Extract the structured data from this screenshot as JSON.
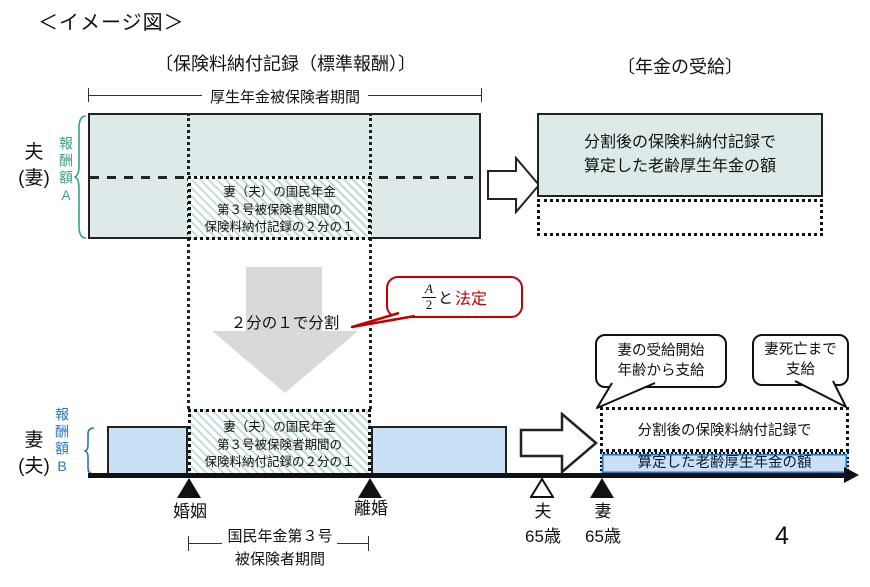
{
  "page": {
    "title": "＜イメージ図＞",
    "page_number": "4"
  },
  "headers": {
    "left": "〔保険料納付記録（標準報酬）〕",
    "right": "〔年金の受給〕",
    "top_bracket": "厚生年金被保険者期間"
  },
  "husband_row": {
    "person_line1": "夫",
    "person_line2": "(妻)",
    "amount_label": "報酬額A",
    "inner_box_lines": [
      "妻（夫）の国民年金",
      "第３号被保険者期間の",
      "保険料納付記録の２分の１"
    ],
    "result_line1": "分割後の保険料納付記録で",
    "result_line2": "算定した老齢厚生年金の額"
  },
  "split": {
    "arrow_label": "２分の１で分割",
    "callout": {
      "numerator": "A",
      "denominator": "2",
      "connector": "と",
      "legal_text": "法定"
    }
  },
  "wife_row": {
    "person_line1": "妻",
    "person_line2": "(夫)",
    "amount_label": "報酬額B",
    "inner_box_lines": [
      "妻（夫）の国民年金",
      "第３号被保険者期間の",
      "保険料納付記録の２分の１"
    ],
    "result_line1": "分割後の保険料納付記録で",
    "result_line2": "算定した老齢厚生年金の額"
  },
  "callouts": {
    "start_line1": "妻の受給開始",
    "start_line2": "年齢から支給",
    "end_line1": "妻死亡まで",
    "end_line2": "支給"
  },
  "timeline": {
    "marriage": "婚姻",
    "divorce": "離婚",
    "husband_line1": "夫",
    "husband_line2": "65歳",
    "wife_line1": "妻",
    "wife_line2": "65歳",
    "bracket_line1": "国民年金第３号",
    "bracket_line2": "被保険者期間"
  },
  "colors": {
    "teal_fill": "#dcebe9",
    "blue_fill": "#c9e0f6",
    "green_label": "#3aa17e",
    "blue_label": "#2e75b6",
    "red_accent": "#c00000",
    "gray_arrow": "#d9d9d9",
    "hatch_stripe": "#bcdcd6"
  }
}
